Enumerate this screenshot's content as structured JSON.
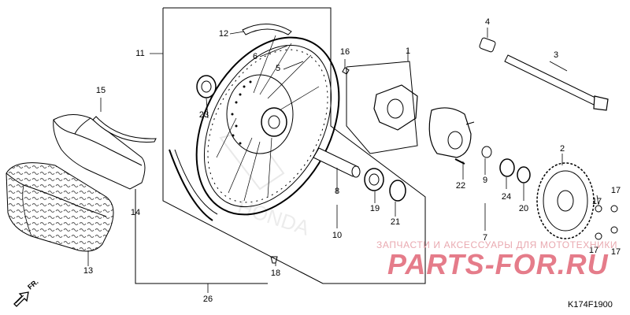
{
  "diagram": {
    "callouts": [
      {
        "id": "c1",
        "text": "1"
      },
      {
        "id": "c2",
        "text": "2"
      },
      {
        "id": "c3",
        "text": "3"
      },
      {
        "id": "c4",
        "text": "4"
      },
      {
        "id": "c5",
        "text": "5"
      },
      {
        "id": "c6",
        "text": "6"
      },
      {
        "id": "c7",
        "text": "7"
      },
      {
        "id": "c8",
        "text": "8"
      },
      {
        "id": "c9",
        "text": "9"
      },
      {
        "id": "c10",
        "text": "10"
      },
      {
        "id": "c11",
        "text": "11"
      },
      {
        "id": "c12",
        "text": "12"
      },
      {
        "id": "c13",
        "text": "13"
      },
      {
        "id": "c14",
        "text": "14"
      },
      {
        "id": "c15",
        "text": "15"
      },
      {
        "id": "c16",
        "text": "16"
      },
      {
        "id": "c17a",
        "text": "17"
      },
      {
        "id": "c17b",
        "text": "17"
      },
      {
        "id": "c17c",
        "text": "17"
      },
      {
        "id": "c17d",
        "text": "17"
      },
      {
        "id": "c18",
        "text": "18"
      },
      {
        "id": "c19",
        "text": "19"
      },
      {
        "id": "c20",
        "text": "20"
      },
      {
        "id": "c21",
        "text": "21"
      },
      {
        "id": "c22",
        "text": "22"
      },
      {
        "id": "c23",
        "text": "23"
      },
      {
        "id": "c24",
        "text": "24"
      },
      {
        "id": "c26",
        "text": "26"
      }
    ],
    "diagram_code": "K174F1900",
    "direction_label": "FR."
  },
  "watermark": {
    "caption": "ЗАПЧАСТИ И АКСЕССУАРЫ ДЛЯ МОТОТЕХНИКИ",
    "logo_text": "PARTS-FOR.RU",
    "caption_color": "#e9a9b0",
    "logo_color": "#e57c8a",
    "honda_word": "HONDA"
  },
  "colors": {
    "line": "#000000",
    "tire_pattern": "#555555"
  }
}
